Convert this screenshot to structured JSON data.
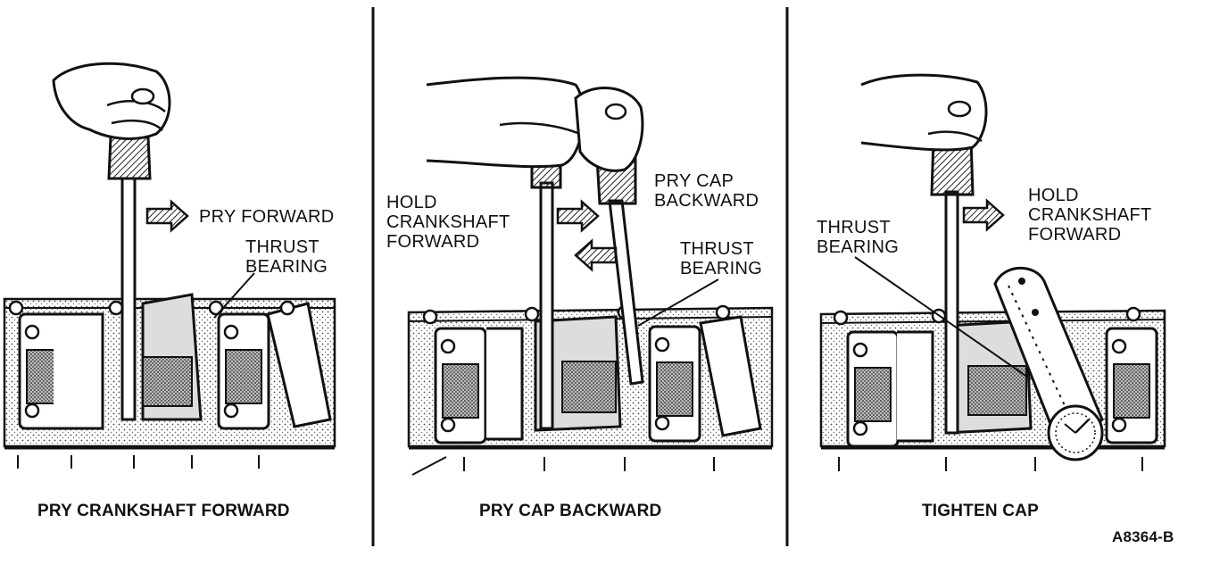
{
  "panels": [
    {
      "caption": "PRY CRANKSHAFT FORWARD",
      "labels": {
        "pry": "PRY FORWARD",
        "thrust_line1": "THRUST",
        "thrust_line2": "BEARING"
      }
    },
    {
      "caption": "PRY CAP BACKWARD",
      "labels": {
        "hold_line1": "HOLD",
        "hold_line2": "CRANKSHAFT",
        "hold_line3": "FORWARD",
        "pry_line1": "PRY CAP",
        "pry_line2": "BACKWARD",
        "thrust_line1": "THRUST",
        "thrust_line2": "BEARING"
      }
    },
    {
      "caption": "TIGHTEN CAP",
      "labels": {
        "thrust_line1": "THRUST",
        "thrust_line2": "BEARING",
        "hold_line1": "HOLD",
        "hold_line2": "CRANKSHAFT",
        "hold_line3": "FORWARD"
      }
    }
  ],
  "figure_id": "A8364-B",
  "colors": {
    "ink": "#111111",
    "paper": "#ffffff"
  }
}
